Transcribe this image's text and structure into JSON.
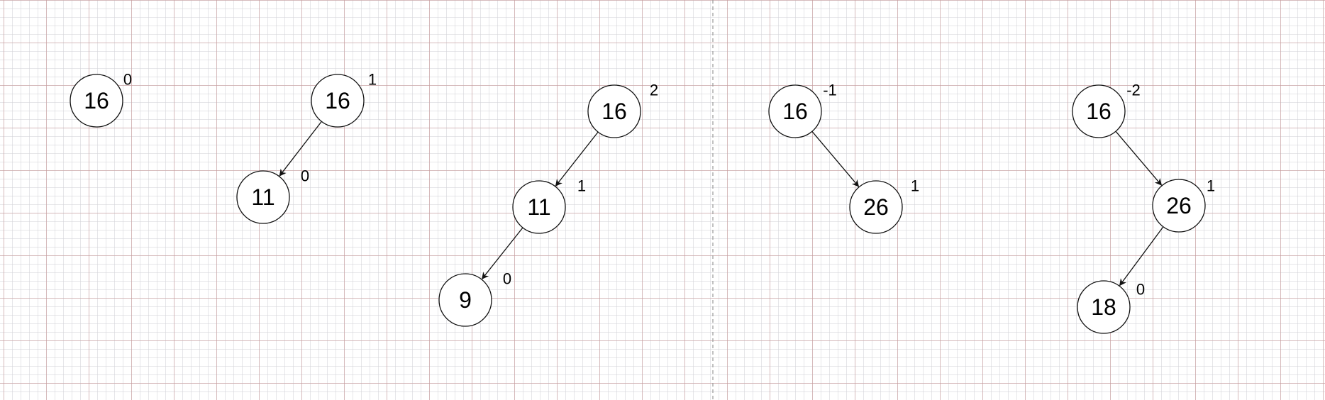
{
  "diagrams": [
    {
      "nodes": [
        {
          "id": "a16",
          "value": "16",
          "balance": "0"
        }
      ],
      "edges": []
    },
    {
      "nodes": [
        {
          "id": "b16",
          "value": "16",
          "balance": "1"
        },
        {
          "id": "b11",
          "value": "11",
          "balance": "0"
        }
      ],
      "edges": [
        {
          "from": "b16",
          "to": "b11"
        }
      ]
    },
    {
      "nodes": [
        {
          "id": "c16",
          "value": "16",
          "balance": "2"
        },
        {
          "id": "c11",
          "value": "11",
          "balance": "1"
        },
        {
          "id": "c9",
          "value": "9",
          "balance": "0"
        }
      ],
      "edges": [
        {
          "from": "c16",
          "to": "c11"
        },
        {
          "from": "c11",
          "to": "c9"
        }
      ]
    },
    {
      "nodes": [
        {
          "id": "d16",
          "value": "16",
          "balance": "-1"
        },
        {
          "id": "d26",
          "value": "26",
          "balance": "1"
        }
      ],
      "edges": [
        {
          "from": "d16",
          "to": "d26"
        }
      ]
    },
    {
      "nodes": [
        {
          "id": "e16",
          "value": "16",
          "balance": "-2"
        },
        {
          "id": "e26",
          "value": "26",
          "balance": "1"
        },
        {
          "id": "e18",
          "value": "18",
          "balance": "0"
        }
      ],
      "edges": [
        {
          "from": "e16",
          "to": "e26"
        },
        {
          "from": "e26",
          "to": "e18"
        }
      ]
    }
  ]
}
